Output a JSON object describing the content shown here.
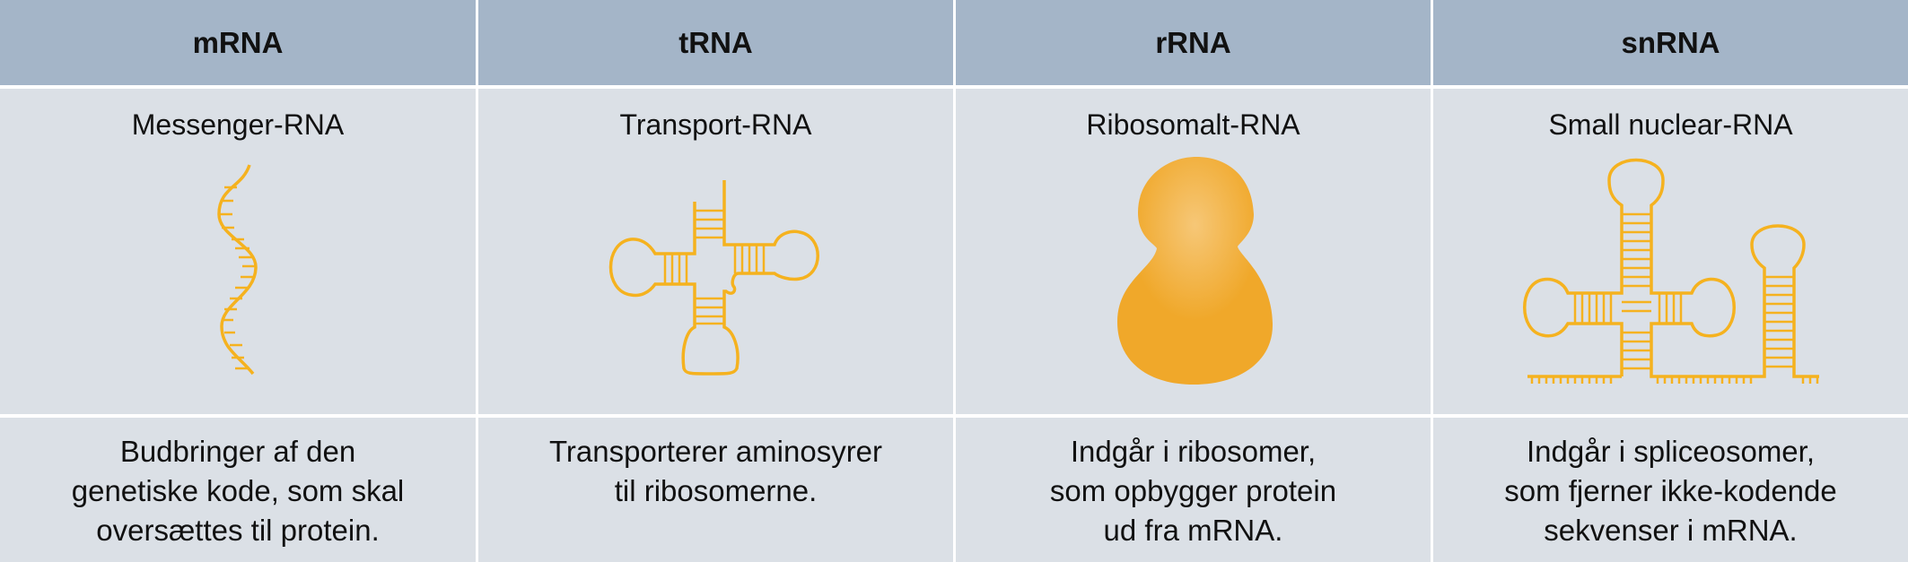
{
  "columns": [
    {
      "title": "mRNA",
      "subtitle": "Messenger-RNA",
      "icon": "mrna-strand-icon",
      "description": [
        "Budbringer af den",
        "genetiske kode, som skal",
        "oversættes til protein."
      ]
    },
    {
      "title": "tRNA",
      "subtitle": "Transport-RNA",
      "icon": "trna-cloverleaf-icon",
      "description": [
        "Transporterer aminosyrer",
        "til ribosomerne."
      ]
    },
    {
      "title": "rRNA",
      "subtitle": "Ribosomalt-RNA",
      "icon": "ribosome-icon",
      "description": [
        "Indgår i ribosomer,",
        "som opbygger protein",
        "ud fra mRNA."
      ]
    },
    {
      "title": "snRNA",
      "subtitle": "Small nuclear-RNA",
      "icon": "snrna-structure-icon",
      "description": [
        "Indgår i spliceosomer,",
        "som fjerner ikke-kodende",
        "sekvenser i mRNA."
      ]
    }
  ],
  "colors": {
    "header": "#a4b5c8",
    "cell": "#dbe0e6",
    "accent": "#f5b21f"
  }
}
